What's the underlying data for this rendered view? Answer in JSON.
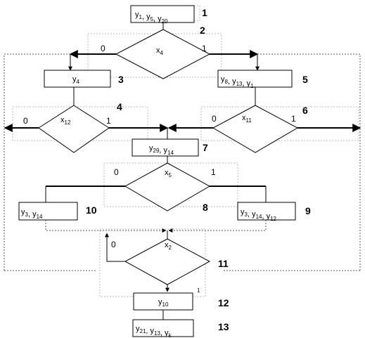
{
  "nodes": {
    "n1": {
      "number": "1",
      "text": [
        {
          "b": "y",
          "s": "1"
        },
        {
          "b": ", y",
          "s": "5"
        },
        {
          "b": ", y",
          "s": "20"
        }
      ]
    },
    "n2": {
      "number": "2",
      "text": [
        {
          "b": "x",
          "s": "4"
        }
      ]
    },
    "n3": {
      "number": "3",
      "text": [
        {
          "b": "y",
          "s": "4"
        }
      ]
    },
    "n4": {
      "number": "4",
      "text": [
        {
          "b": "x",
          "s": "12"
        }
      ]
    },
    "n5": {
      "number": "5",
      "text": [
        {
          "b": "y",
          "s": "8"
        },
        {
          "b": ", y",
          "s": "13"
        },
        {
          "b": ", y",
          "s": "1"
        }
      ]
    },
    "n6": {
      "number": "6",
      "text": [
        {
          "b": "x",
          "s": "11"
        }
      ]
    },
    "n7": {
      "number": "7",
      "text": [
        {
          "b": "y",
          "s": "29"
        },
        {
          "b": ", y",
          "s": "14"
        }
      ]
    },
    "n8": {
      "number": "8",
      "text": [
        {
          "b": "x",
          "s": "5"
        }
      ]
    },
    "n9": {
      "number": "9",
      "text": [
        {
          "b": "y",
          "s": "3"
        },
        {
          "b": ", y",
          "s": "14"
        },
        {
          "b": ", y",
          "s": "12"
        }
      ]
    },
    "n10": {
      "number": "10",
      "text": [
        {
          "b": "y",
          "s": "3"
        },
        {
          "b": ", y",
          "s": "14"
        }
      ]
    },
    "n11": {
      "number": "11",
      "text": [
        {
          "b": "x",
          "s": "2"
        }
      ]
    },
    "n12": {
      "number": "12",
      "text": [
        {
          "b": "y",
          "s": "10"
        }
      ]
    },
    "n13": {
      "number": "13",
      "text": [
        {
          "b": "y",
          "s": "21"
        },
        {
          "b": ", y",
          "s": "13"
        },
        {
          "b": ", y",
          "s": "k"
        }
      ]
    }
  },
  "branches": {
    "x4_zero": "0",
    "x4_one": "1",
    "x12_zero": "0",
    "x12_one": "1",
    "x11_zero": "0",
    "x11_one": "1",
    "x5_zero": "0",
    "x5_one": "1",
    "x2_zero": "0",
    "x2_one": "1"
  }
}
